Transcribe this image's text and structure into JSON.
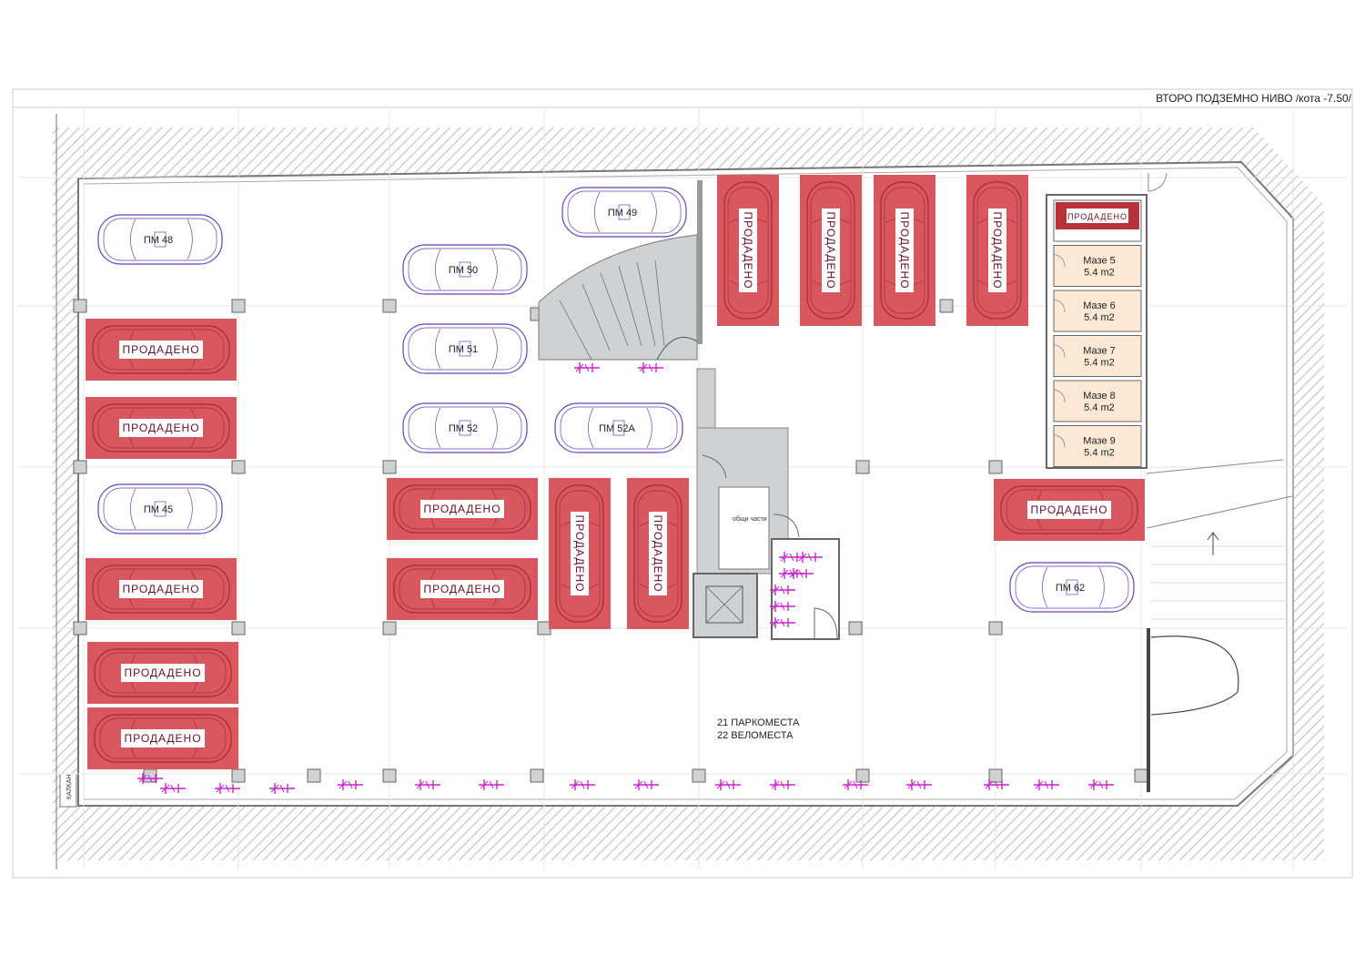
{
  "title": "ВТОРО ПОДЗЕМНО НИВО  /кота -7.50/",
  "kalkan_label": "КАЛКАН",
  "common_area_label": "общи части",
  "summary": {
    "parking": "21  ПАРКОМЕСТА",
    "bikes": "22  ВЕЛОМЕСТА"
  },
  "sold_label": "ПРОДАДЕНО",
  "colors": {
    "sold_fill": "#d9585f",
    "sold_text": "#6b0f1f",
    "car_outline": "#6a3fb8",
    "bike": "#cc22cc",
    "storage_fill": "#fbe9d6",
    "hatch": "#d8d8d8"
  },
  "parking_spaces": [
    {
      "id": "pm48",
      "label": "ПМ 48",
      "status": "free"
    },
    {
      "id": "pm49",
      "label": "ПМ 49",
      "status": "free"
    },
    {
      "id": "pm50",
      "label": "ПМ 50",
      "status": "free"
    },
    {
      "id": "pm51",
      "label": "ПМ 51",
      "status": "free"
    },
    {
      "id": "pm52",
      "label": "ПМ 52",
      "status": "free"
    },
    {
      "id": "pm52a",
      "label": "ПМ 52А",
      "status": "free"
    },
    {
      "id": "pm45",
      "label": "ПМ 45",
      "status": "free"
    },
    {
      "id": "pm62",
      "label": "ПМ 62",
      "status": "free"
    },
    {
      "id": "sold-left-1",
      "label": "ПРОДАДЕНО",
      "status": "sold"
    },
    {
      "id": "sold-left-2",
      "label": "ПРОДАДЕНО",
      "status": "sold"
    },
    {
      "id": "sold-left-3",
      "label": "ПРОДАДЕНО",
      "status": "sold"
    },
    {
      "id": "sold-left-4",
      "label": "ПРОДАДЕНО",
      "status": "sold"
    },
    {
      "id": "sold-left-5",
      "label": "ПРОДАДЕНО",
      "status": "sold"
    },
    {
      "id": "sold-mid-1",
      "label": "ПРОДАДЕНО",
      "status": "sold"
    },
    {
      "id": "sold-mid-2",
      "label": "ПРОДАДЕНО",
      "status": "sold"
    },
    {
      "id": "sold-vert-1",
      "label": "ПРОДАДЕНО",
      "status": "sold"
    },
    {
      "id": "sold-vert-2",
      "label": "ПРОДАДЕНО",
      "status": "sold"
    },
    {
      "id": "sold-top-1",
      "label": "ПРОДАДЕНО",
      "status": "sold"
    },
    {
      "id": "sold-top-2",
      "label": "ПРОДАДЕНО",
      "status": "sold"
    },
    {
      "id": "sold-top-3",
      "label": "ПРОДАДЕНО",
      "status": "sold"
    },
    {
      "id": "sold-top-4",
      "label": "ПРОДАДЕНО",
      "status": "sold"
    },
    {
      "id": "sold-right-1",
      "label": "ПРОДАДЕНО",
      "status": "sold"
    }
  ],
  "storage_rooms": [
    {
      "name": "ПРОДАДЕНО",
      "area": "",
      "status": "sold"
    },
    {
      "name": "Мазе 5",
      "area": "5.4 m2",
      "status": "free"
    },
    {
      "name": "Мазе 6",
      "area": "5.4 m2",
      "status": "free"
    },
    {
      "name": "Мазе 7",
      "area": "5.4 m2",
      "status": "free"
    },
    {
      "name": "Мазе 8",
      "area": "5.4 m2",
      "status": "free"
    },
    {
      "name": "Мазе 9",
      "area": "5.4 m2",
      "status": "free"
    }
  ]
}
